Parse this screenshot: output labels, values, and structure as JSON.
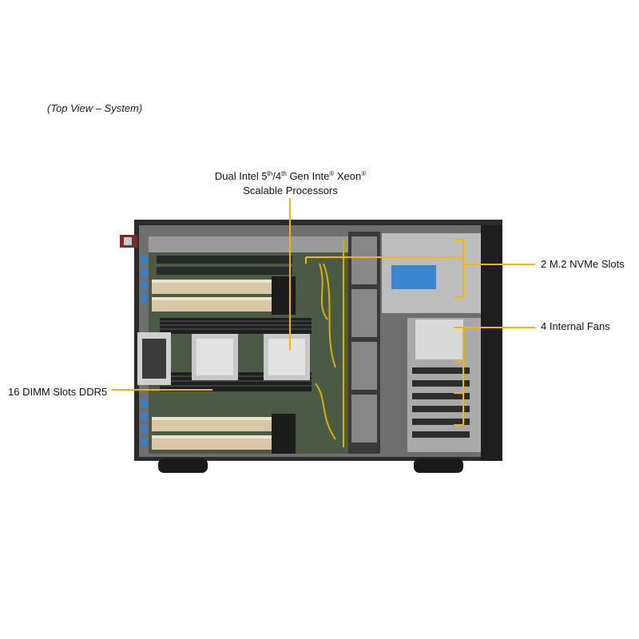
{
  "caption": "(Top View – System)",
  "callouts": {
    "cpu": {
      "line1_prefix": "Dual Intel  5",
      "sup1": "th",
      "mid1": "/4",
      "sup2": "th",
      "mid2": " Gen Inte",
      "sup3": "®",
      "mid3": " Xeon",
      "sup4": "®",
      "line2": "Scalable Processors"
    },
    "nvme": "2 M.2 NVMe Slots",
    "fans": "4 Internal  Fans",
    "dimm": "16 DIMM  Slots DDR5"
  },
  "colors": {
    "callout_line": "#f2b705",
    "chassis_dark": "#2b2b2b",
    "board_green": "#4a5a44",
    "gpu_card": "#d9c8a8"
  }
}
